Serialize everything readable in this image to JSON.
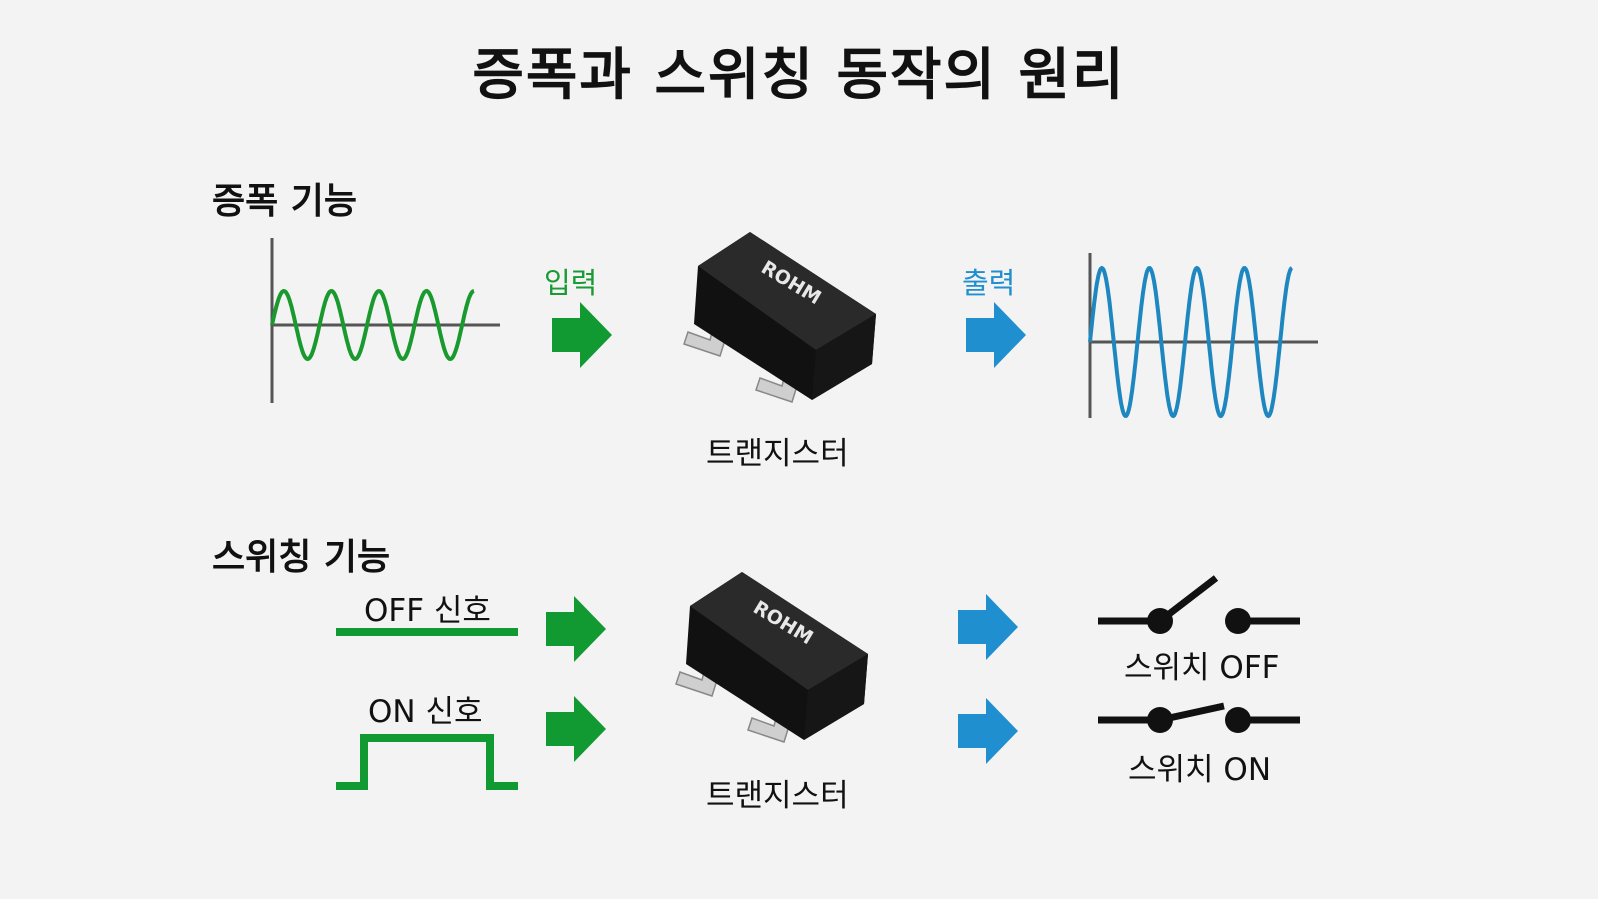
{
  "title": "증폭과 스위칭 동작의 원리",
  "amplification": {
    "heading": "증폭 기능",
    "input_label": "입력",
    "output_label": "출력",
    "transistor_label": "트랜지스터",
    "chip_marking": "ROHM"
  },
  "switching": {
    "heading": "스위칭 기능",
    "off_signal_label": "OFF 신호",
    "on_signal_label": "ON 신호",
    "transistor_label": "트랜지스터",
    "chip_marking": "ROHM",
    "switch_off_label": "스위치 OFF",
    "switch_on_label": "스위치 ON"
  },
  "colors": {
    "green": "#119a32",
    "blue": "#1f8fd0",
    "chip": "#1c1c1c"
  }
}
